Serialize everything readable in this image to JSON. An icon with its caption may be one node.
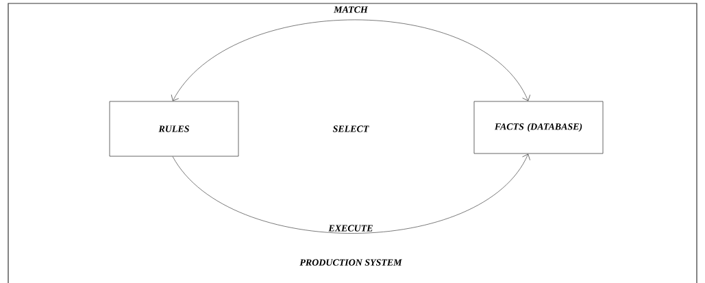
{
  "diagram": {
    "caption": "PRODUCTION SYSTEM",
    "nodes": [
      {
        "text": [
          "RULES"
        ]
      },
      {
        "text": [
          "FACTS (DATABASE)"
        ]
      }
    ],
    "edges": [
      {
        "from": 0,
        "to": 1,
        "arrow": "both",
        "label": "MATCH"
      },
      {
        "from": 0,
        "to": 1,
        "arrow": "to",
        "label": "EXECUTE"
      }
    ],
    "labels": [
      "SELECT"
    ]
  }
}
